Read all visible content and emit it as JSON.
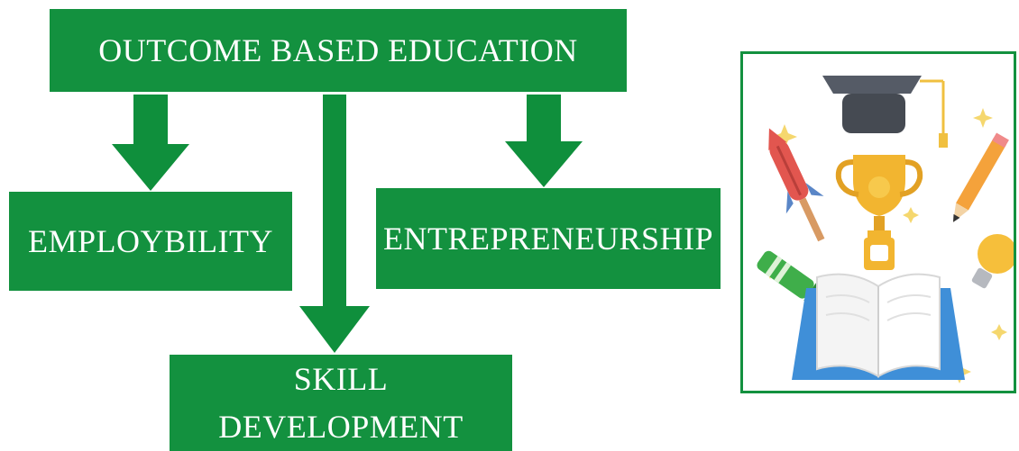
{
  "diagram": {
    "top": "OUTCOME BASED EDUCATION",
    "left": "EMPLOYBILITY",
    "right": "ENTREPRENEURSHIP",
    "bottom_line1": "SKILL",
    "bottom_line2": "DEVELOPMENT"
  },
  "colors": {
    "box": "#13913f",
    "arrow": "#0f8f3c",
    "text": "#ffffff"
  },
  "illustration": {
    "icons": [
      "graduation-cap-icon",
      "trophy-icon",
      "rocket-icon",
      "pencil-icon",
      "crayon-icon",
      "light-bulb-icon",
      "open-book-icon",
      "sparkle-icon"
    ]
  }
}
